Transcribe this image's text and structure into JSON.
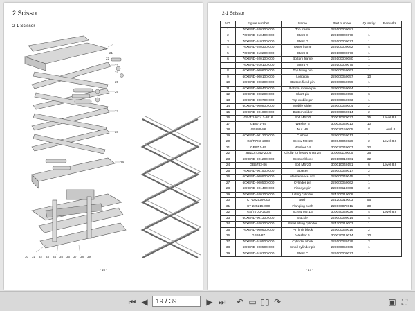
{
  "left_page": {
    "chapter": "2 Scissor",
    "section": "2-1  Scissor",
    "page_number": "- 16 -",
    "callouts": [
      "20",
      "21",
      "22",
      "23",
      "24",
      "25",
      "26",
      "27",
      "28",
      "29",
      "30",
      "31",
      "32",
      "33",
      "34",
      "35",
      "36",
      "37",
      "38",
      "39"
    ]
  },
  "right_page": {
    "section": "2-1  Scissor",
    "page_number": "- 17 -",
    "table": {
      "headers": [
        "NO.",
        "Figure number",
        "Name",
        "Part number",
        "Quantity",
        "Remarks"
      ],
      "rows": [
        [
          "1",
          "76XEND-920200-000",
          "Top frame",
          "229100000081",
          "1",
          ""
        ],
        [
          "2",
          "76XEND-910400-000",
          "Stent E",
          "229100000078",
          "1",
          ""
        ],
        [
          "3",
          "76XEND-910300-000",
          "Stent D",
          "229100000077",
          "1",
          ""
        ],
        [
          "4",
          "76XEND-920300-000",
          "Outer frame",
          "229100000062",
          "4",
          ""
        ],
        [
          "5",
          "76XEND-910200-000",
          "Stent B",
          "229100000076",
          "1",
          ""
        ],
        [
          "6",
          "76XEND-920100-000",
          "Bottom frame",
          "229100000080",
          "1",
          ""
        ],
        [
          "7",
          "76XEND-910100-000",
          "Stent A",
          "229100000075",
          "1",
          ""
        ],
        [
          "8",
          "60XEND-900600-000",
          "Top fixing pin",
          "229000050063",
          "1",
          ""
        ],
        [
          "9",
          "60XEND-900100-000",
          "Long pin",
          "229000050057",
          "10",
          ""
        ],
        [
          "10",
          "60XEND-900300-000",
          "Bottom fixed pin",
          "229000050059",
          "1",
          ""
        ],
        [
          "11",
          "60XEND-900400-000",
          "Bottom mobile pin",
          "229000050064",
          "1",
          ""
        ],
        [
          "12",
          "60XEND-900200-000",
          "Short pin",
          "229000050058",
          "6",
          ""
        ],
        [
          "13",
          "60XEND-900700-000",
          "Top mobile pin",
          "229000050063",
          "1",
          ""
        ],
        [
          "14",
          "60XEND-900800-000",
          "Mobile slider",
          "229000060004",
          "2",
          ""
        ],
        [
          "15",
          "60XEND-901000-000",
          "Bottom slider",
          "229000060014",
          "2",
          ""
        ],
        [
          "16",
          "GB/T 16674.1-2016",
          "Bolt M6*30",
          "300010070037",
          "25",
          "Level 8.8"
        ],
        [
          "17",
          "GB97.1-85",
          "Washer 6",
          "300030040013",
          "10",
          ""
        ],
        [
          "18",
          "GB889-86",
          "Nut M6",
          "300020150005",
          "8",
          "Level 8"
        ],
        [
          "19",
          "60XEND-901200-000",
          "Cushion",
          "229000060013",
          "1",
          ""
        ],
        [
          "20",
          "GB/T70.3-2008",
          "Screw M6*20",
          "300040040029",
          "2",
          "Level 8.8"
        ],
        [
          "21",
          "GB97.1-85",
          "Washer 24",
          "300030040007",
          "22",
          ""
        ],
        [
          "22",
          "JB/ZQ 4342-2006",
          "Circlip for heavy shaft 25",
          "300060100005",
          "36",
          ""
        ],
        [
          "23",
          "60XEND-901200-000",
          "Scissor block",
          "229100010001",
          "32",
          ""
        ],
        [
          "24",
          "GB5783-86",
          "Bolt M6*20",
          "300010040151",
          "6",
          "Level 8.8"
        ],
        [
          "25",
          "76XEND-901500-000",
          "Spacer",
          "229000060017",
          "2",
          ""
        ],
        [
          "26",
          "60XEND-900900-000",
          "Maintenance arm",
          "229000040045",
          "2",
          ""
        ],
        [
          "27",
          "60XEND-900500-000",
          "Cylinder pin",
          "229000050062",
          "1",
          ""
        ],
        [
          "28",
          "60XEND-901400-000",
          "Fisheye pin",
          "229000110008",
          "3",
          ""
        ],
        [
          "29",
          "76XEND-920100-000",
          "Lifting cylinder",
          "224200010008",
          "1",
          ""
        ],
        [
          "30",
          "CT-102529-000",
          "Bush",
          "224200010003",
          "56",
          ""
        ],
        [
          "31",
          "CT-225215-000",
          "Flanging bush",
          "229000070011",
          "30",
          ""
        ],
        [
          "32",
          "GB/T70.3-2008",
          "Screw M6*16",
          "300040040026",
          "4",
          "Level 8.8"
        ],
        [
          "33",
          "60XEND-901300-000",
          "Buckle",
          "229000090014",
          "4",
          ""
        ],
        [
          "34",
          "76XEND-920200-000",
          "Small lifting cylinder",
          "224200010003",
          "1",
          ""
        ],
        [
          "35",
          "76XEND-900600-000",
          "Pin limit block",
          "229000060016",
          "2",
          ""
        ],
        [
          "36",
          "GB93-87",
          "Washer 6",
          "300030010014",
          "10",
          ""
        ],
        [
          "37",
          "76XEND-910500-000",
          "Cylinder block",
          "229100030129",
          "2",
          ""
        ],
        [
          "38",
          "60XEND-900500-000",
          "Small cylinder pin",
          "229000050065",
          "1",
          ""
        ],
        [
          "39",
          "76XEND-910300-000",
          "Stent C",
          "229100000077",
          "1",
          ""
        ]
      ]
    }
  },
  "toolbar": {
    "page_field": "19 / 39"
  },
  "colors": {
    "background": "#e6e6e6",
    "toolbar": "#d9d9d9",
    "part_fill": "#d8d8d8",
    "part_stroke": "#555555"
  }
}
